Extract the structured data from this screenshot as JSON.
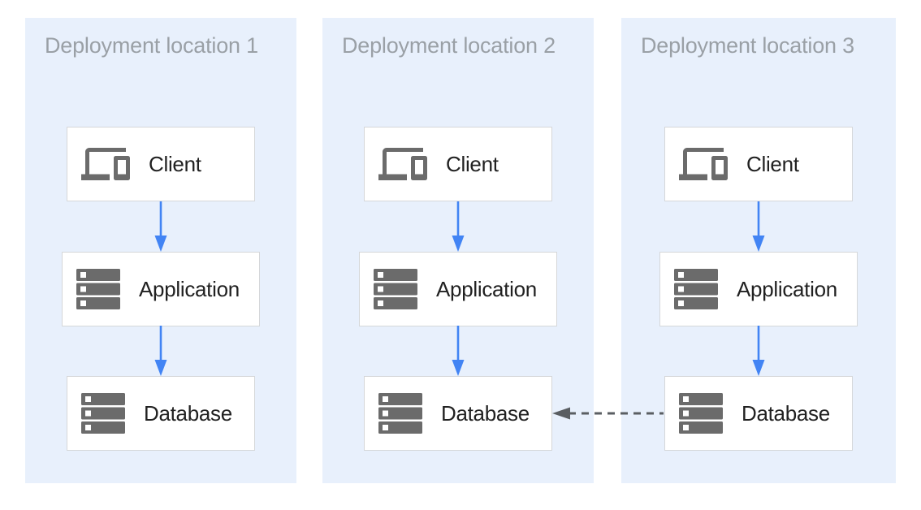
{
  "panels": [
    {
      "title": "Deployment location 1",
      "nodes": [
        {
          "label": "Client",
          "icon": "devices-icon"
        },
        {
          "label": "Application",
          "icon": "server-stack-icon"
        },
        {
          "label": "Database",
          "icon": "server-stack-icon"
        }
      ]
    },
    {
      "title": "Deployment location 2",
      "nodes": [
        {
          "label": "Client",
          "icon": "devices-icon"
        },
        {
          "label": "Application",
          "icon": "server-stack-icon"
        },
        {
          "label": "Database",
          "icon": "server-stack-icon"
        }
      ]
    },
    {
      "title": "Deployment location 3",
      "nodes": [
        {
          "label": "Client",
          "icon": "devices-icon"
        },
        {
          "label": "Application",
          "icon": "server-stack-icon"
        },
        {
          "label": "Database",
          "icon": "server-stack-icon"
        }
      ]
    }
  ],
  "connections": [
    {
      "from": "client-location-1",
      "to": "application-location-1",
      "style": "solid-blue-arrow"
    },
    {
      "from": "application-location-1",
      "to": "database-location-1",
      "style": "solid-blue-arrow"
    },
    {
      "from": "client-location-2",
      "to": "application-location-2",
      "style": "solid-blue-arrow"
    },
    {
      "from": "application-location-2",
      "to": "database-location-2",
      "style": "solid-blue-arrow"
    },
    {
      "from": "client-location-3",
      "to": "application-location-3",
      "style": "solid-blue-arrow"
    },
    {
      "from": "application-location-3",
      "to": "database-location-3",
      "style": "solid-blue-arrow"
    },
    {
      "from": "database-location-3",
      "to": "database-location-2",
      "style": "dashed-gray-arrow"
    }
  ],
  "colors": {
    "panel-bg": "#e8f0fc",
    "box-bg": "#ffffff",
    "box-border": "#d5d7d9",
    "arrow-blue": "#4284f4",
    "dash-gray": "#5a5e62",
    "icon-gray": "#6b6b6b",
    "label-color": "#212121",
    "title-color": "#9aa0a6",
    "page-bg": "#ffffff"
  }
}
